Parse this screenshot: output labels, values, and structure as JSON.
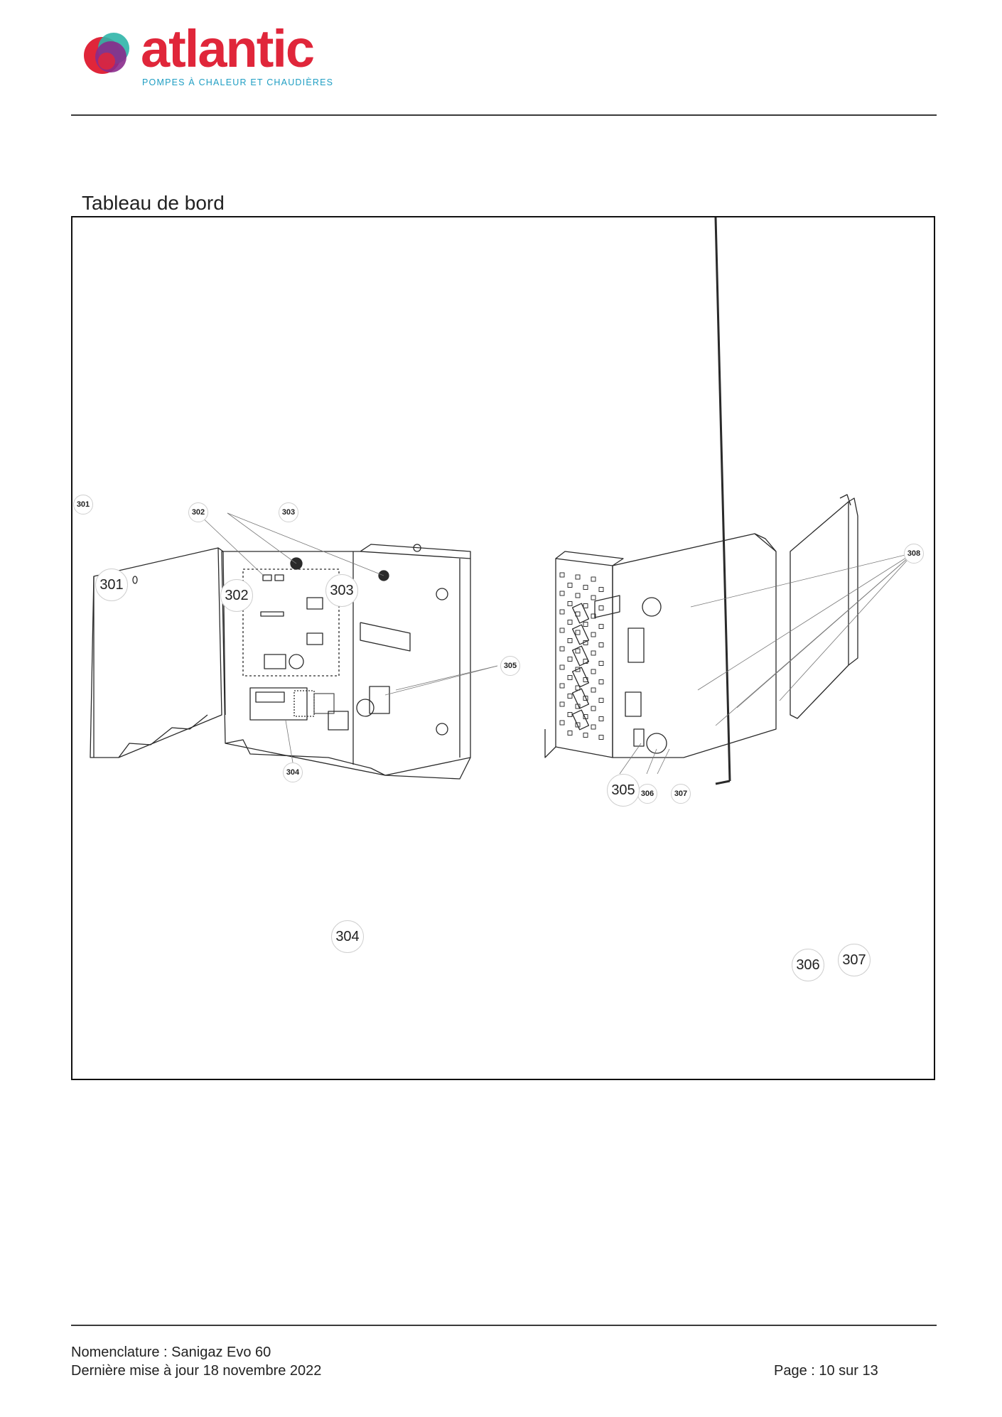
{
  "brand": {
    "wordmark": "atlantic",
    "tagline": "POMPES À CHALEUR ET CHAUDIÈRES",
    "colors": {
      "red": "#e0263a",
      "purple": "#8a2b8c",
      "blue": "#1f9ec3",
      "teal": "#2fb5a8"
    }
  },
  "section": {
    "title": "Tableau de bord"
  },
  "callouts": {
    "small": [
      "301",
      "302",
      "303",
      "305",
      "304",
      "308",
      "306",
      "307"
    ],
    "big": [
      "301",
      "302",
      "303",
      "305",
      "304",
      "306",
      "307"
    ]
  },
  "footer": {
    "nomenclature": "Nomenclature : Sanigaz Evo 60",
    "updated": "Dernière mise à jour 18 novembre 2022",
    "page": "Page : 10 sur 13"
  }
}
